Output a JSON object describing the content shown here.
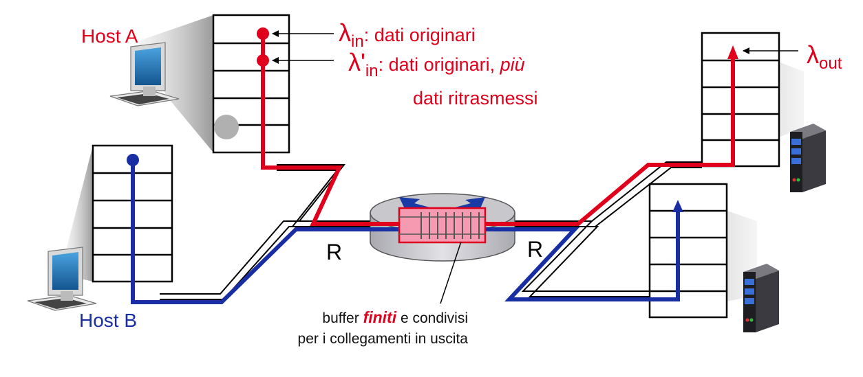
{
  "colors": {
    "host_a": "#e0001b",
    "host_b": "#1a2ea3",
    "panel": "#c8c8c8",
    "router_top": "#c7c7cc",
    "buffer_fill": "#f59ab0"
  },
  "hosts": {
    "a_label": "Host A",
    "b_label": "Host B"
  },
  "legend": {
    "lambda_in_symbol": "λ",
    "lambda_in_sub": "in",
    "lambda_in_text": ": dati originari",
    "lambda_in_prime_symbol": "λ'",
    "lambda_in_prime_sub": "in",
    "lambda_in_prime_text_1": ": dati originari, ",
    "lambda_in_prime_text_italic": "più",
    "lambda_in_prime_text_2": "dati ritrasmessi",
    "lambda_out_symbol": "λ",
    "lambda_out_sub": "out"
  },
  "links": {
    "left_rate": "R",
    "right_rate": "R"
  },
  "buffer_note": {
    "line1_prefix": "buffer ",
    "line1_emph": "finiti",
    "line1_suffix": " e condivisi",
    "line2": "per i collegamenti in uscita"
  },
  "icons": [
    "computer-icon",
    "server-icon",
    "router-icon"
  ]
}
